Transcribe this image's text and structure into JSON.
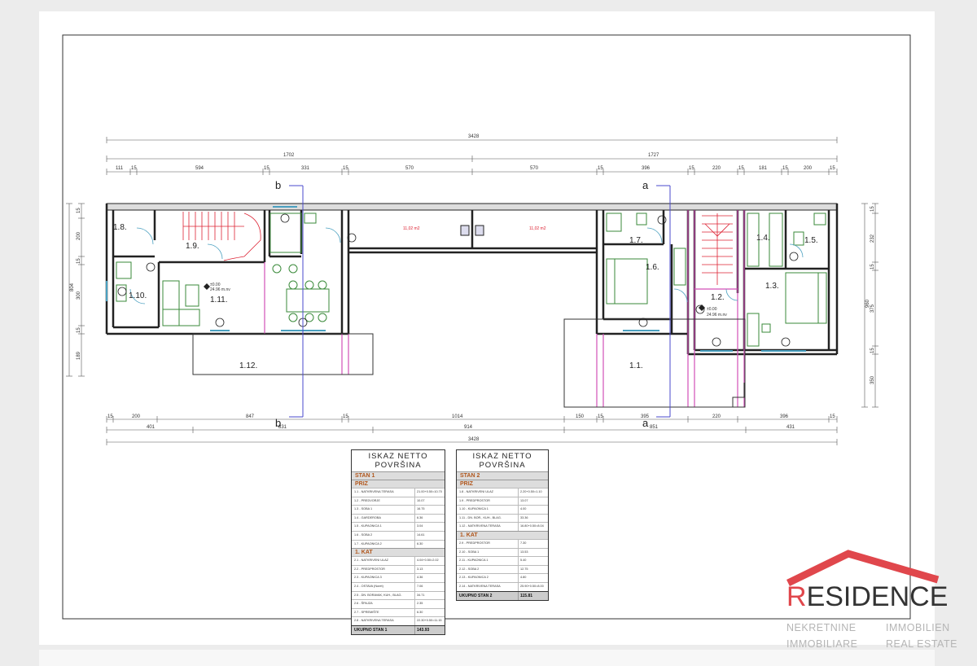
{
  "dims": {
    "overall_top": "3428",
    "overall_bottom": "3428",
    "left_total": "1702",
    "right_total": "1727",
    "top_chain": [
      "111",
      "15",
      "594",
      "15",
      "331",
      "15",
      "570",
      "570",
      "15",
      "396",
      "15",
      "220",
      "15",
      "181",
      "15",
      "200",
      "15"
    ],
    "bottom_chain1": [
      "15",
      "200",
      "847",
      "15",
      "1014",
      "150",
      "15",
      "395",
      "220",
      "396",
      "15"
    ],
    "bottom_chain2": [
      "401",
      "831",
      "914",
      "851",
      "431"
    ],
    "left_chain": [
      "15",
      "200",
      "15",
      "300",
      "15",
      "189"
    ],
    "left_total_v": "804",
    "right_chain": [
      "15",
      "232",
      "15",
      "375",
      "15",
      "350"
    ],
    "right_total_v": "960"
  },
  "rooms": {
    "r18": "1.8.",
    "r19": "1.9.",
    "r110": "1.10.",
    "r111": "1.11.",
    "r112": "1.12.",
    "r11": "1.1.",
    "r12": "1.2.",
    "r13": "1.3.",
    "r14": "1.4.",
    "r15": "1.5.",
    "r16": "1.6.",
    "r17": "1.7.",
    "terrace_left_area": "11,02 m2",
    "terrace_right_area": "11,02 m2",
    "level_left": "±0.00",
    "level_left_abs": "24.96 m.nv",
    "level_right": "±0.00",
    "level_right_abs": "24.96 m.nv"
  },
  "sections": {
    "b_top": "b",
    "b_bottom": "b",
    "a_top": "a",
    "a_bottom": "a"
  },
  "table1": {
    "title": "ISKAZ NETTO POVRŠINA",
    "stan": "STAN 1",
    "priz": "PRIZ",
    "priz_rows": [
      [
        "1.1 - NATKRIVENA TERASA",
        "21.00+0.50=10.70"
      ],
      [
        "1.2 - PREDVORJE",
        "10.07"
      ],
      [
        "1.3 - SOBA 1",
        "16.75"
      ],
      [
        "1.4 - GARDEROBA",
        "6.36"
      ],
      [
        "1.5 - KUPAONICA 1",
        "3.04"
      ],
      [
        "1.6 - SOBA 2",
        "14.61"
      ],
      [
        "1.7 - KUPAONICA 2",
        "6.30"
      ]
    ],
    "kat": "1. KAT",
    "kat_rows": [
      [
        "2.1 - NATKRIVENI ULAZ",
        "4.04+0.50=2.02"
      ],
      [
        "2.2 - PREDPROSTOR",
        "3.13"
      ],
      [
        "2.3 - KUPAONICA 3",
        "4.36"
      ],
      [
        "2.4 - OSTAVA (Noret)",
        "7.06"
      ],
      [
        "2.5 - DN. BORAVAK, KUH., BLAG.",
        "34.71"
      ],
      [
        "2.6 - ŠPAJZA",
        "2.35"
      ],
      [
        "2.7 - SPREMIŠTE",
        "6.30"
      ],
      [
        "2.8 - NATKRIVENA TERASA",
        "22.30+0.50=11.15"
      ]
    ],
    "total_label": "UKUPNO STAN 1",
    "total_value": "143.93"
  },
  "table2": {
    "title": "ISKAZ NETTO POVRŠINA",
    "stan": "STAN 2",
    "priz": "PRIZ",
    "priz_rows": [
      [
        "1.8 - NATKRIVENI ULAZ",
        "2.20+0.50=1.10"
      ],
      [
        "1.9 - PREDPROSTOR",
        "13.07"
      ],
      [
        "1.10 - KUPAONICA 1",
        "4.00"
      ],
      [
        "1.11 - DN. BOR., KUH., BLAG.",
        "33.36"
      ],
      [
        "1.12 - NATKRIVENA TERASA",
        "16.80+0.50=8.04"
      ]
    ],
    "kat": "1. KAT",
    "kat_rows": [
      [
        "2.9 - PREDPROSTOR",
        "7.30"
      ],
      [
        "2.10 - SOBA 1",
        "13.53"
      ],
      [
        "2.11 - KUPAONICA 1",
        "5.40"
      ],
      [
        "2.12 - SOBA 2",
        "12.75"
      ],
      [
        "2.13 - KUPAONICA 2",
        "4.80"
      ],
      [
        "2.14 - NATKRIVENA TERASA",
        "25.90+0.50=8.00"
      ]
    ],
    "total_label": "UKUPNO STAN 2",
    "total_value": "115.81"
  },
  "logo": {
    "word_first": "R",
    "word_rest": "ESIDENCE",
    "sub1_left": "NEKRETNINE",
    "sub1_right": "IMMOBILIEN",
    "sub2_left": "IMMOBILIARE",
    "sub2_right": "REAL ESTATE"
  },
  "colors": {
    "logo_red": "#e0474c",
    "wall": "#222222",
    "pink_line": "#d24fb8",
    "blue_section": "#4a4acc",
    "green_fixture": "#3a8a3a",
    "cyan_window": "#4aa0c0"
  }
}
